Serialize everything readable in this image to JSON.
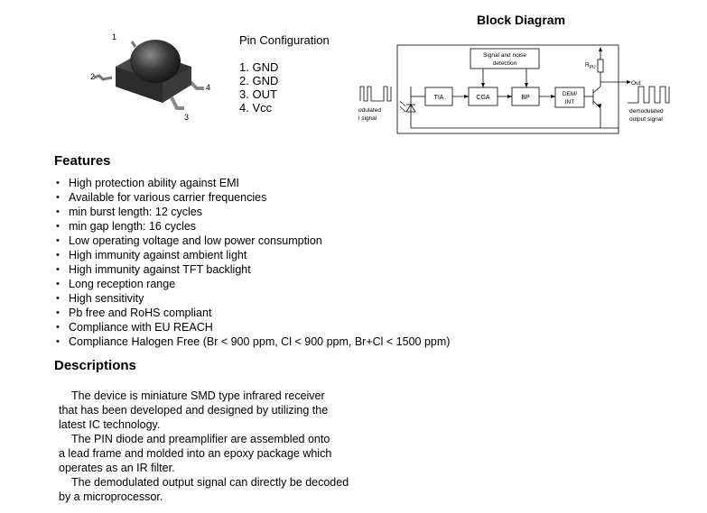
{
  "component": {
    "pin_labels": [
      "1",
      "2",
      "3",
      "4"
    ]
  },
  "pin_configuration": {
    "title": "Pin Configuration",
    "pins": [
      "1. GND",
      "2. GND",
      "3. OUT",
      "4. Vcc"
    ]
  },
  "block_diagram": {
    "title": "Block Diagram",
    "blocks": {
      "tia": "TIA",
      "cga": "CGA",
      "bp": "BP",
      "dem_int_line1": "DEM/",
      "dem_int_line2": "INT",
      "detection_line1": "Signal and noise",
      "detection_line2": "detection"
    },
    "rpu_main": "R",
    "rpu_sub": "PU",
    "out_label": "Out",
    "input_label_line1": "odulated",
    "input_label_line2": "l signal",
    "output_label_line1": "demodulated",
    "output_label_line2": "output signal"
  },
  "features": {
    "title": "Features",
    "items": [
      "High protection ability against EMI",
      "Available for various carrier frequencies",
      "min burst length: 12 cycles",
      "min gap length: 16 cycles",
      "Low operating voltage and low power consumption",
      "High immunity against ambient light",
      "High immunity against TFT backlight",
      "Long reception range",
      "High sensitivity",
      "Pb free and RoHS compliant",
      "Compliance with EU REACH",
      "Compliance Halogen Free (Br < 900 ppm, Cl < 900 ppm, Br+Cl < 1500 ppm)"
    ]
  },
  "descriptions": {
    "title": "Descriptions",
    "lines": [
      "The device is miniature SMD type infrared receiver",
      "that has been developed and designed by utilizing the",
      "latest IC technology.",
      "The PIN diode and preamplifier are assembled onto",
      "a lead frame and molded into an epoxy package which",
      "operates as an IR filter.",
      "The demodulated output signal can directly be decoded",
      "by a microprocessor."
    ]
  }
}
